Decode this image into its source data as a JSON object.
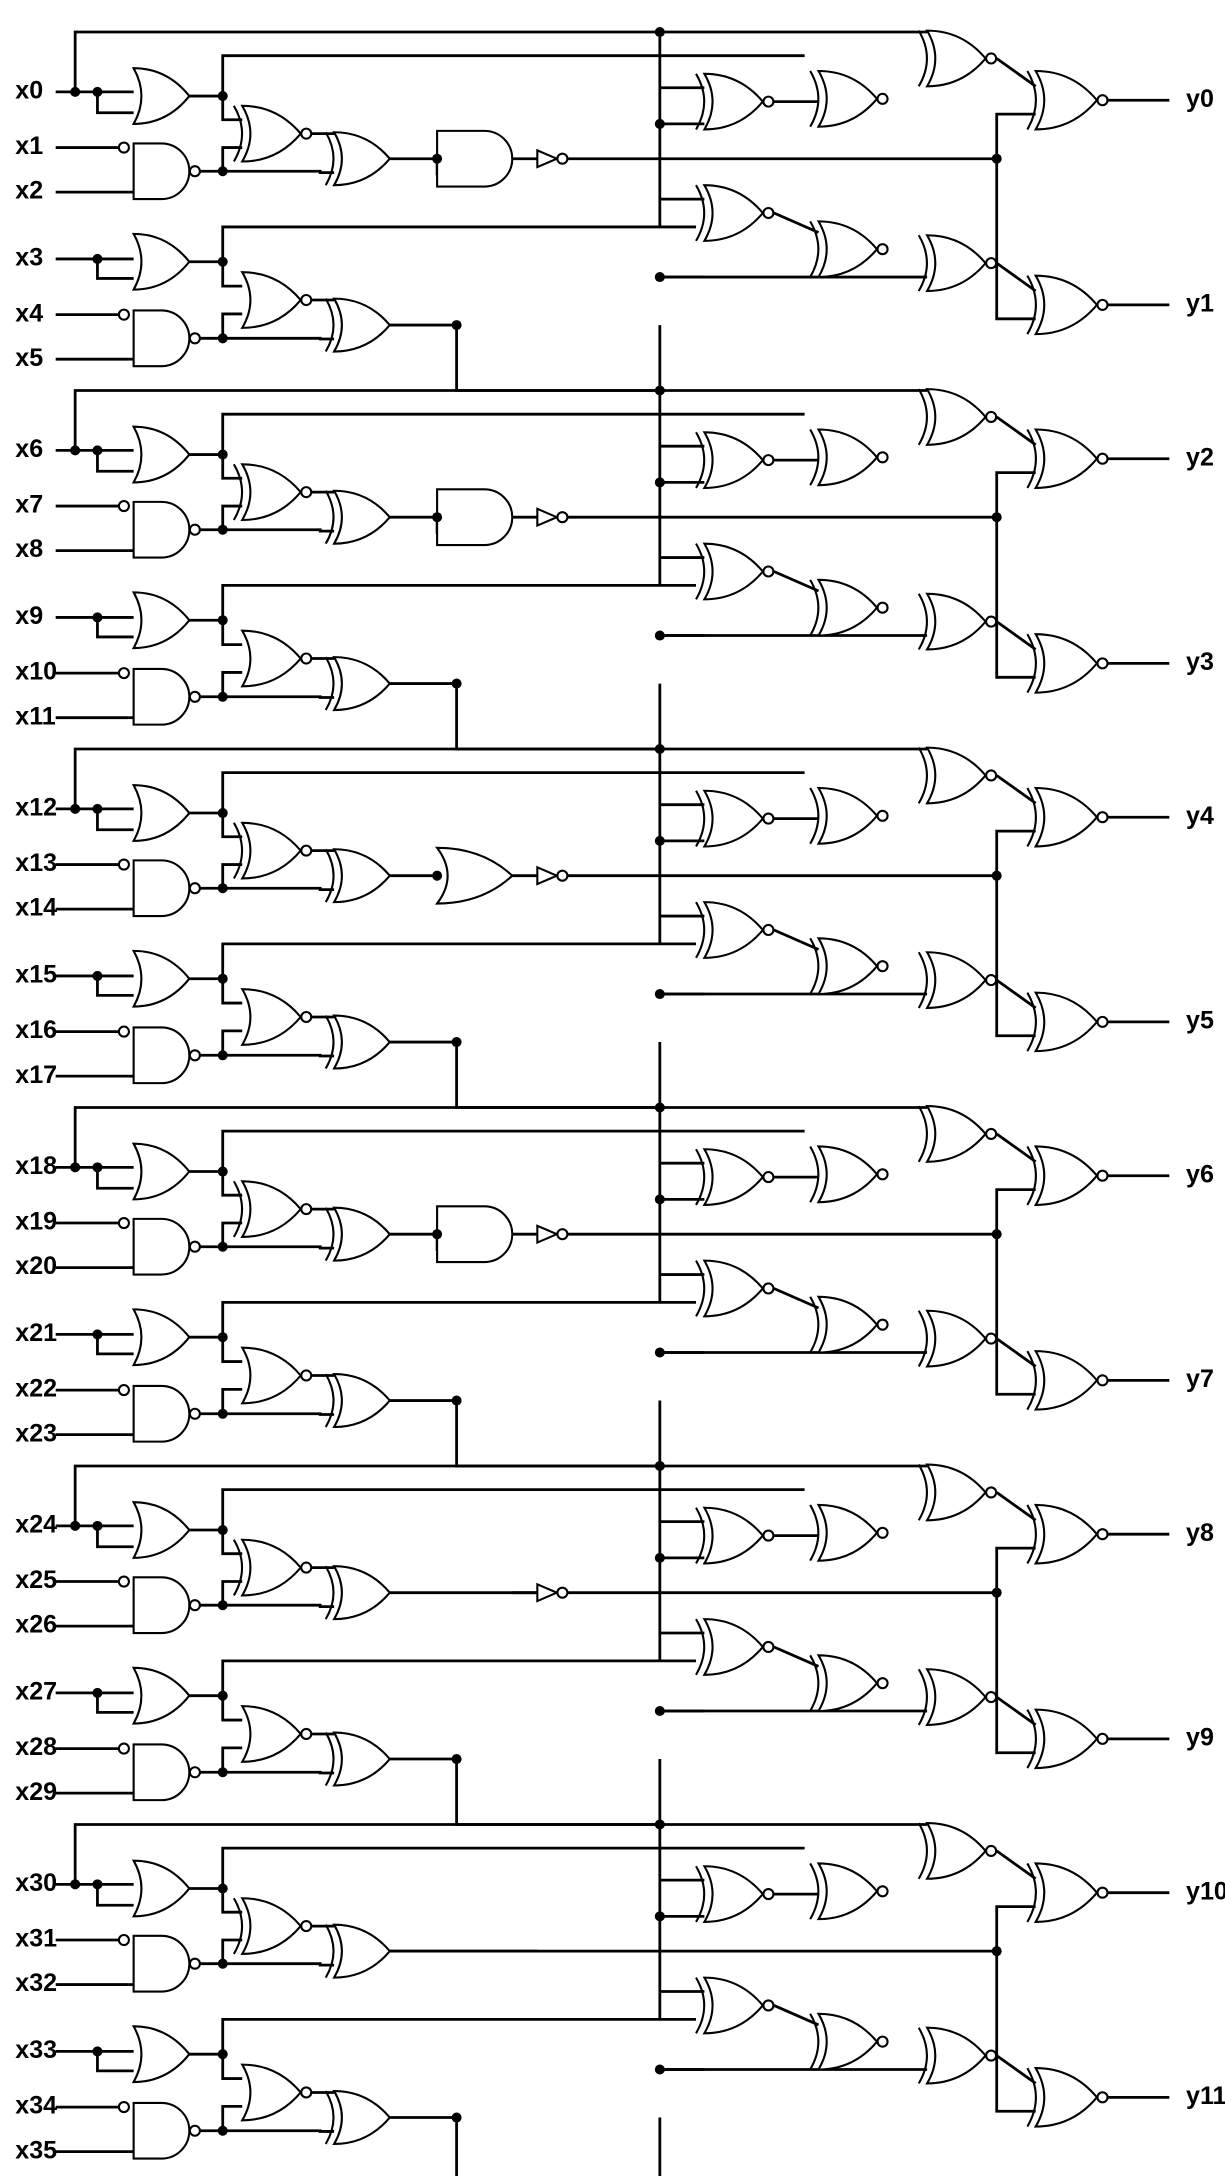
{
  "inputs": [
    "x0",
    "x1",
    "x2",
    "x3",
    "x4",
    "x5",
    "x6",
    "x7",
    "x8",
    "x9",
    "x10",
    "x11",
    "x12",
    "x13",
    "x14",
    "x15",
    "x16",
    "x17",
    "x18",
    "x19",
    "x20",
    "x21",
    "x22",
    "x23",
    "x24",
    "x25",
    "x26",
    "x27",
    "x28",
    "x29",
    "x30",
    "x31",
    "x32",
    "x33",
    "x34",
    "x35"
  ],
  "outputs": [
    "y0",
    "y1",
    "y2",
    "y3",
    "y4",
    "y5",
    "y6",
    "y7",
    "y8",
    "y9",
    "y10",
    "y11"
  ],
  "blocks": [
    {
      "mid_gate": "and",
      "mid_inv": true
    },
    {
      "mid_gate": "and",
      "mid_inv": true
    },
    {
      "mid_gate": "or",
      "mid_inv": true
    },
    {
      "mid_gate": "and",
      "mid_inv": true
    },
    {
      "mid_gate": "none",
      "mid_inv": true
    },
    {
      "mid_gate": "none",
      "mid_inv": false
    }
  ],
  "colors": {
    "wire": "#000000",
    "background": "#ffffff"
  }
}
